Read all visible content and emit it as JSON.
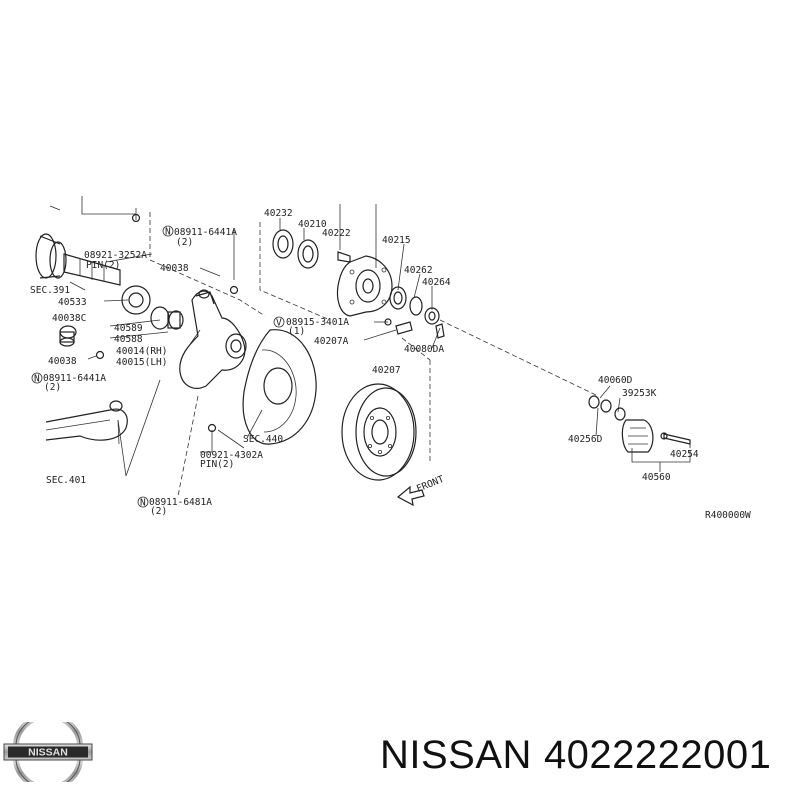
{
  "diagram": {
    "callouts": {
      "sec391": "SEC.391",
      "p08921_3252a": "08921-3252A",
      "pin2_a": "PIN(2)",
      "p08911_6441a_top": "08911-6441A",
      "qty2_top": "(2)",
      "p40038_top": "40038",
      "p40533": "40533",
      "p40038c": "40038C",
      "p40589": "40589",
      "p40588": "40588",
      "p40014": "40014(RH)",
      "p40015": "40015(LH)",
      "p40038_bottom": "40038",
      "p08911_6441a_bottom": "08911-6441A",
      "qty2_bottom": "(2)",
      "sec401": "SEC.401",
      "p40232": "40232",
      "p40210": "40210",
      "p40222": "40222",
      "p40215": "40215",
      "p40262": "40262",
      "p40264": "40264",
      "p08915_3401a": "08915-3401A",
      "qty1": "(1)",
      "p40207a": "40207A",
      "p40080da": "40080DA",
      "p40207": "40207",
      "sec440": "SEC.440",
      "p00921_4302a": "00921-4302A",
      "pin2_b": "PIN(2)",
      "p08911_6481a": "08911-6481A",
      "qty2_b": "(2)",
      "front": "FRONT",
      "p40060d": "40060D",
      "p39253k": "39253K",
      "p40256d": "40256D",
      "p40254": "40254",
      "p40560": "40560",
      "ref_code": "R400000W"
    },
    "circle_markers": {
      "n": "N",
      "v": "V"
    }
  },
  "footer": {
    "logo_text": "NISSAN",
    "brand": "NISSAN",
    "part_number": "4022222001"
  }
}
